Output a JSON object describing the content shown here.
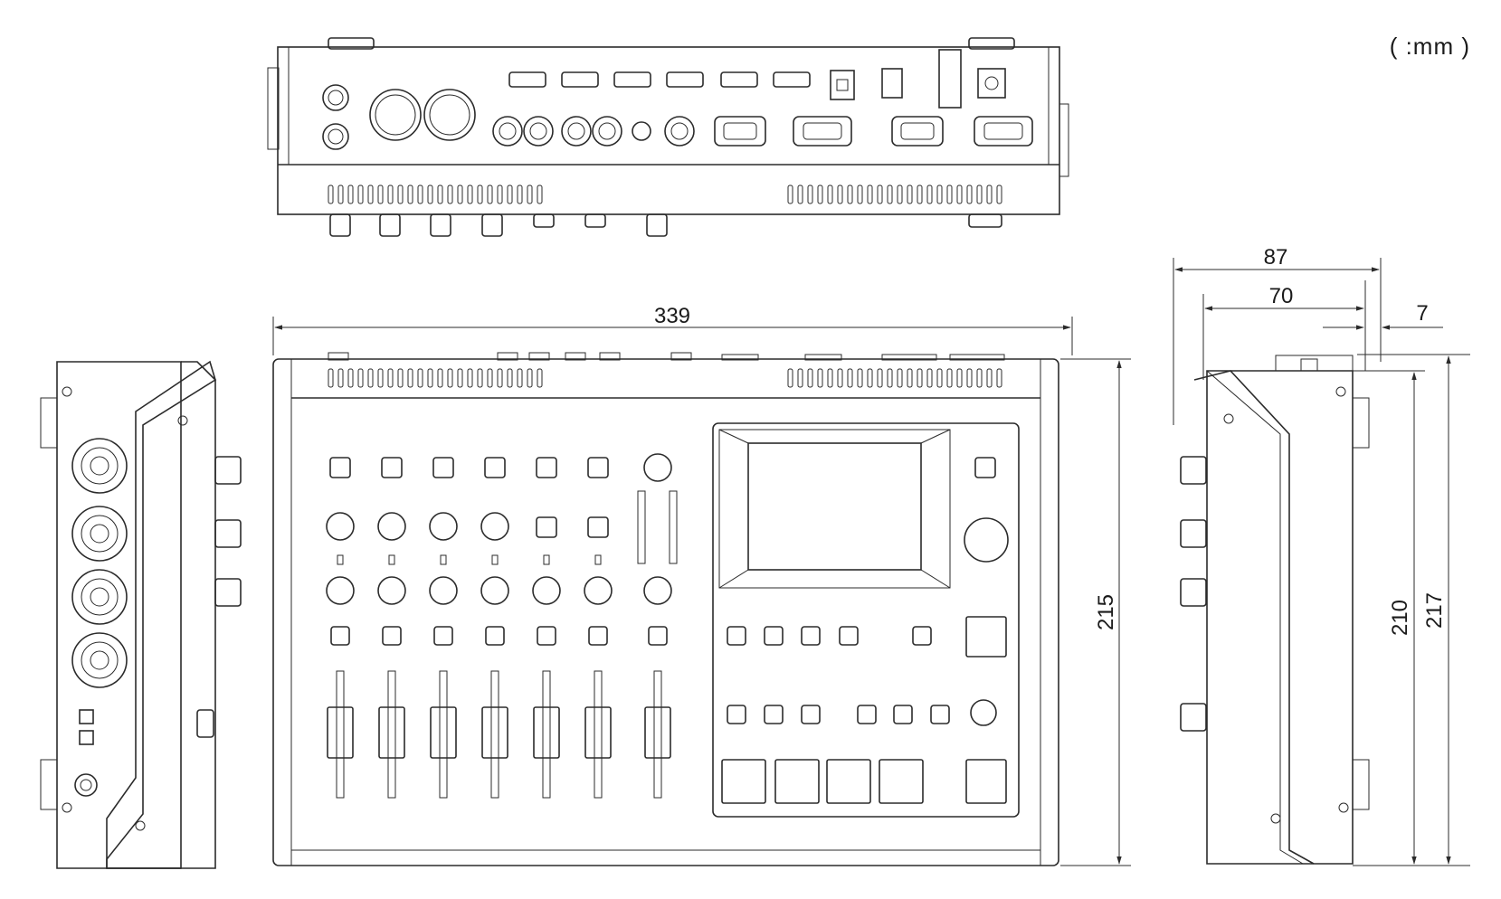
{
  "unit_label": "( :mm )",
  "dimensions": {
    "width": "339",
    "depth_total": "87",
    "depth_body": "70",
    "depth_offset": "7",
    "height_front": "215",
    "height_side": "210",
    "height_total": "217"
  }
}
